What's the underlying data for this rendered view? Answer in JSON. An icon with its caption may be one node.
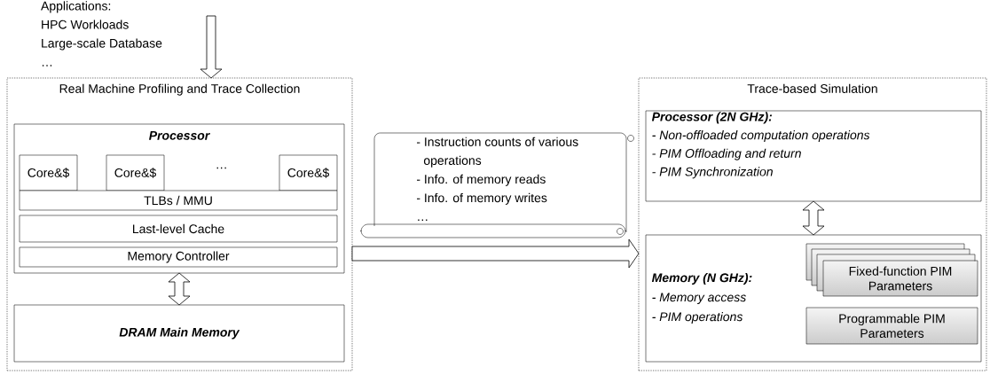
{
  "diagram": {
    "nodes": [
      {
        "text": [
          "Applications:",
          "HPC Workloads",
          "Large-scale Database",
          "…"
        ]
      },
      {
        "text": [
          "Real Machine Profiling and Trace Collection"
        ]
      },
      {
        "text": [
          "Processor",
          "…"
        ],
        "in": 1
      },
      {
        "text": [
          "Core&$"
        ],
        "in": 2
      },
      {
        "text": [
          "Core&$"
        ],
        "in": 2
      },
      {
        "text": [
          "Core&$"
        ],
        "in": 2
      },
      {
        "text": [
          "TLBs / MMU"
        ],
        "in": 2
      },
      {
        "text": [
          "Last-level Cache"
        ],
        "in": 2
      },
      {
        "text": [
          "Memory Controller"
        ],
        "in": 2
      },
      {
        "text": [
          "DRAM Main Memory"
        ],
        "in": 1
      },
      {
        "text": [
          "- Instruction counts of various operations",
          "- Info. of memory reads",
          "- Info. of memory writes",
          "…"
        ]
      },
      {
        "text": [
          "Trace-based Simulation"
        ]
      },
      {
        "text": [
          "Processor (2N GHz):",
          "-   Non-offloaded computation operations",
          "-   PIM Offloading and return",
          "-   PIM Synchronization"
        ],
        "in": 11
      },
      {
        "text": [
          "Memory (N GHz):",
          "- Memory access",
          "- PIM operations"
        ],
        "in": 11
      },
      {
        "text": [
          "Fixed-function PIM Parameters"
        ],
        "in": 13
      },
      {
        "text": [
          "Programmable PIM Parameters"
        ],
        "in": 13
      }
    ],
    "edges": [
      {
        "from": 0,
        "to": 1,
        "arrow": "to"
      },
      {
        "from": 2,
        "to": 9,
        "arrow": "both"
      },
      {
        "from": 1,
        "to": 11,
        "arrow": "to"
      },
      {
        "from": 12,
        "to": 13,
        "arrow": "both"
      }
    ]
  }
}
